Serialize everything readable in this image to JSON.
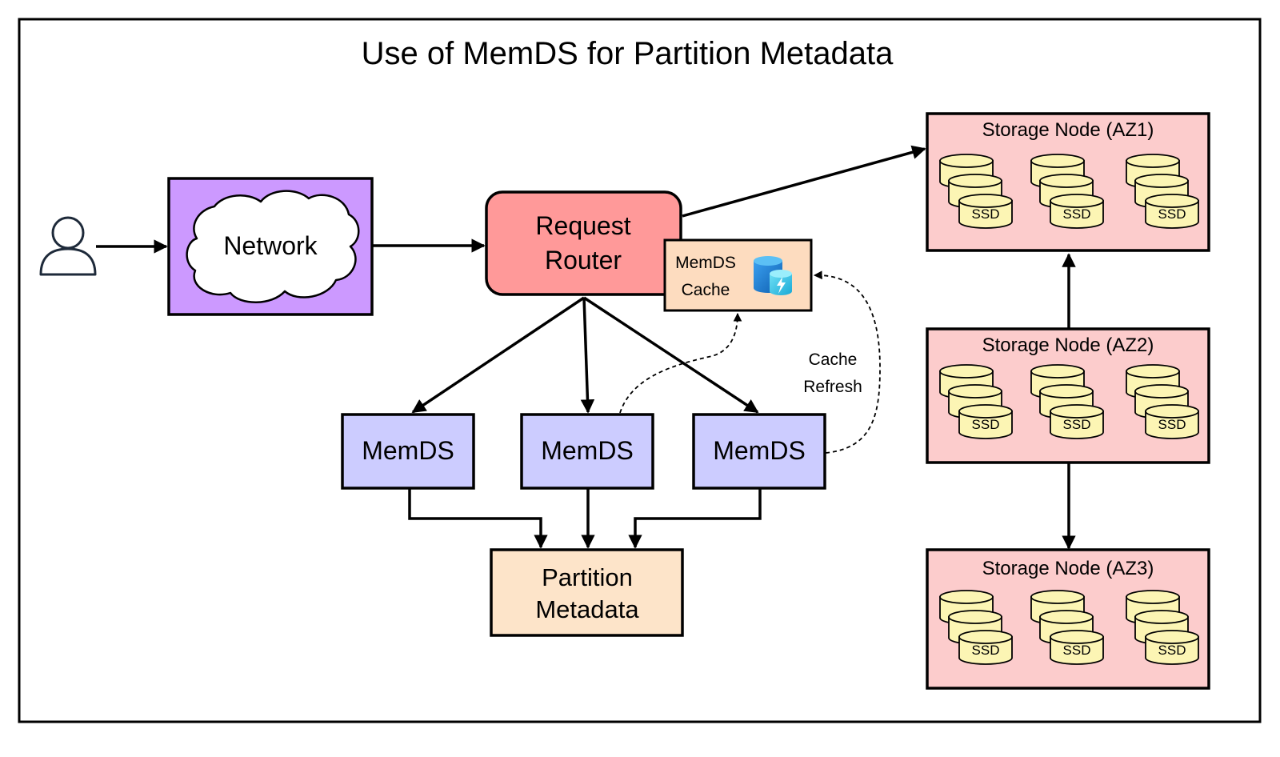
{
  "title": "Use of MemDS for Partition Metadata",
  "nodes": {
    "user": {
      "label": ""
    },
    "network": {
      "label": "Network"
    },
    "router": {
      "line1": "Request",
      "line2": "Router"
    },
    "cache": {
      "line1": "MemDS",
      "line2": "Cache"
    },
    "memds": [
      "MemDS",
      "MemDS",
      "MemDS"
    ],
    "partition": {
      "line1": "Partition",
      "line2": "Metadata"
    },
    "storage": [
      "Storage Node (AZ1)",
      "Storage Node (AZ2)",
      "Storage Node (AZ3)"
    ],
    "ssd_label": "SSD"
  },
  "edges": {
    "cache_refresh": {
      "line1": "Cache",
      "line2": "Refresh"
    }
  },
  "icons": {
    "user": "user-outline-icon",
    "cloud": "cloud-icon",
    "cache": "database-cache-icon",
    "disk": "disk-stack-icon"
  },
  "colors": {
    "network_fill": "#cc99ff",
    "router_fill": "#ff9999",
    "cache_fill": "#fddcbf",
    "memds_fill": "#ccccff",
    "partition_fill": "#fde4c9",
    "storage_fill": "#fccccc",
    "disk_fill": "#fcf5b4",
    "cache_icon_blue": "#1b86d6"
  }
}
